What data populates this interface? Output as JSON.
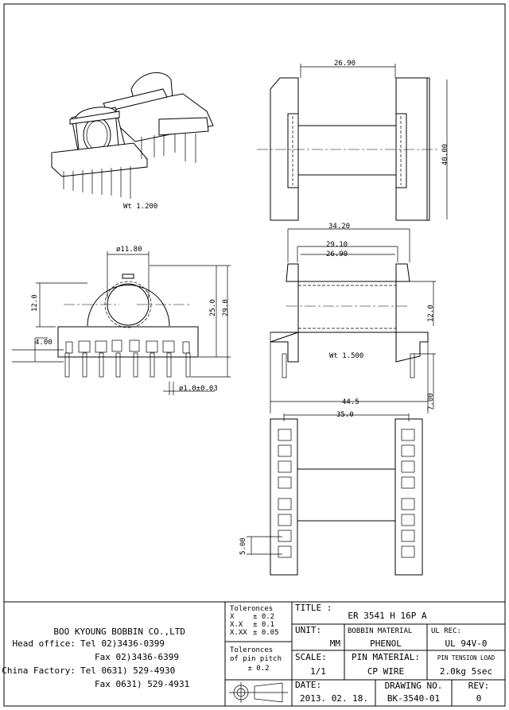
{
  "drawing": {
    "iso_view": {
      "weight_label": "Wt 1.200"
    },
    "front_view": {
      "dims": {
        "bore_dia": "ø11.80",
        "height_center": "12.0",
        "height_body": "25.0",
        "height_total": "29.0",
        "pin_len": "4.00",
        "pin_dia": "ø1.0±0.03"
      }
    },
    "top_view": {
      "dims": {
        "winding_width": "26.90",
        "overall_depth": "40.00"
      }
    },
    "side_view": {
      "weight_label": "Wt 1.500",
      "dims": {
        "flange_span": "34.20",
        "outer_width": "29.10",
        "winding_width": "26.90",
        "center_height": "12.0",
        "base_width": "44.5",
        "pin_len": "7.00"
      }
    },
    "bottom_view": {
      "dims": {
        "row_spacing": "35.0",
        "pin_pitch": "5.00"
      }
    }
  },
  "title_block": {
    "company": {
      "name": "BOO KYOUNG BOBBIN CO.,LTD",
      "head_office_label": "Head office:",
      "head_tel": "Tel  02)3436-0399",
      "head_fax": "Fax  02)3436-6399",
      "china_label": "China Factory:",
      "china_tel": "Tel 0631) 529-4930",
      "china_fax": "Fax 0631) 529-4931"
    },
    "tolerances": {
      "heading": "Toleronces",
      "rows": [
        {
          "k": "X",
          "v": "± 0.2"
        },
        {
          "k": "X.X",
          "v": "± 0.1"
        },
        {
          "k": "X.XX",
          "v": "± 0.05"
        }
      ],
      "pitch_heading_1": "Toleronces",
      "pitch_heading_2": "of pin pitch",
      "pitch_value": "± 0.2"
    },
    "title_label": "TITLE :",
    "title_value": "ER 3541 H 16P A",
    "unit_label": "UNIT:",
    "unit_value": "MM",
    "bobbin_material_label": "BOBBIN MATERIAL",
    "bobbin_material_value": "PHENOL",
    "ul_label": "UL REC:",
    "ul_value": "UL 94V-0",
    "scale_label": "SCALE:",
    "scale_value": "1/1",
    "pin_material_label": "PIN MATERIAL:",
    "pin_material_value": "CP WIRE",
    "pin_tension_label": "PIN TENSION LOAD",
    "pin_tension_value": "2.0kg 5sec",
    "date_label": "DATE:",
    "date_value": "2013. 02. 18.",
    "drawing_no_label": "DRAWING NO.",
    "drawing_no_value": "BK-3540-01",
    "rev_label": "REV:",
    "rev_value": "0"
  }
}
